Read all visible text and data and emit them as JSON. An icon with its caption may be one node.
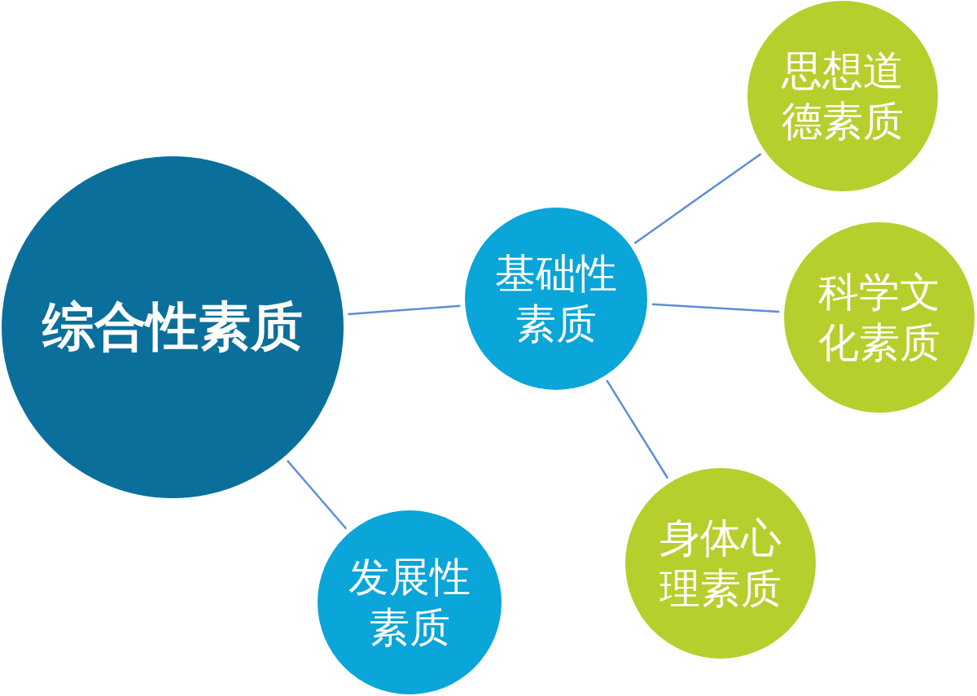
{
  "diagram": {
    "nodes": [
      {
        "text": [
          "综合性素质"
        ]
      },
      {
        "text": [
          "基础性素质"
        ]
      },
      {
        "text": [
          "思想道德素质"
        ]
      },
      {
        "text": [
          "科学文化素质"
        ]
      },
      {
        "text": [
          "身体心理素质"
        ]
      },
      {
        "text": [
          "发展性素质"
        ]
      }
    ],
    "edges": [
      {
        "from": 0,
        "to": 1,
        "arrow": "none"
      },
      {
        "from": 1,
        "to": 2,
        "arrow": "none"
      },
      {
        "from": 1,
        "to": 3,
        "arrow": "none"
      },
      {
        "from": 1,
        "to": 4,
        "arrow": "none"
      },
      {
        "from": 0,
        "to": 5,
        "arrow": "none"
      }
    ]
  }
}
